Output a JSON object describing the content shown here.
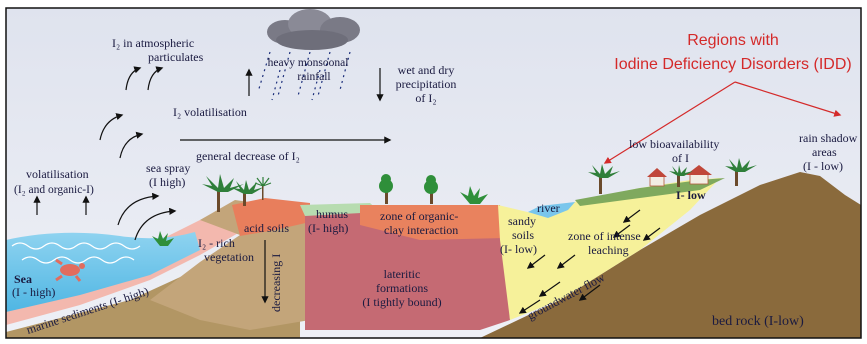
{
  "idd": {
    "line1": "Regions with",
    "line2": "Iodine Deficiency Disorders (IDD)"
  },
  "atmosphere": {
    "particulates_l1": "I₂ in atmospheric",
    "particulates_l2": "particulates",
    "rainfall_l1": "heavy monsoonal",
    "rainfall_l2": "rainfall",
    "precip_l1": "wet and dry",
    "precip_l2": "precipitation",
    "precip_l3": "of I₂",
    "volatilisation": "I₂ volatilisation",
    "decrease": "general decrease of I₂"
  },
  "coast": {
    "volat_l1": "volatilisation",
    "volat_l2": "(I₂ and organic-I)",
    "spray_l1": "sea spray",
    "spray_l2": "(I high)",
    "sea": "Sea",
    "sea_iodine": "(I - high)",
    "marine": "marine sediments (I- high)"
  },
  "soils": {
    "veg_l1": "I₂ - rich",
    "veg_l2": "vegetation",
    "acid": "acid soils",
    "humus_l1": "humus",
    "humus_l2": "(I- high)",
    "zone_l1": "zone of organic-",
    "zone_l2": "clay interaction",
    "decreasing": "decreasing I",
    "lateritic_l1": "lateritic",
    "lateritic_l2": "formations",
    "lateritic_l3": "(I tightly bound)",
    "sandy_l1": "sandy",
    "sandy_l2": "soils",
    "sandy_l3": "(I- low)",
    "river": "river",
    "leach_l1": "zone of intense",
    "leach_l2": "leaching",
    "groundwater": "groundwater flow",
    "lowbio_l1": "low bioavailability",
    "lowbio_l2": "of I",
    "ilow": "I- low",
    "rainshadow_l1": "rain shadow",
    "rainshadow_l2": "areas",
    "rainshadow_l3": "(I - low)",
    "bedrock": "bed rock (I-low)"
  }
}
